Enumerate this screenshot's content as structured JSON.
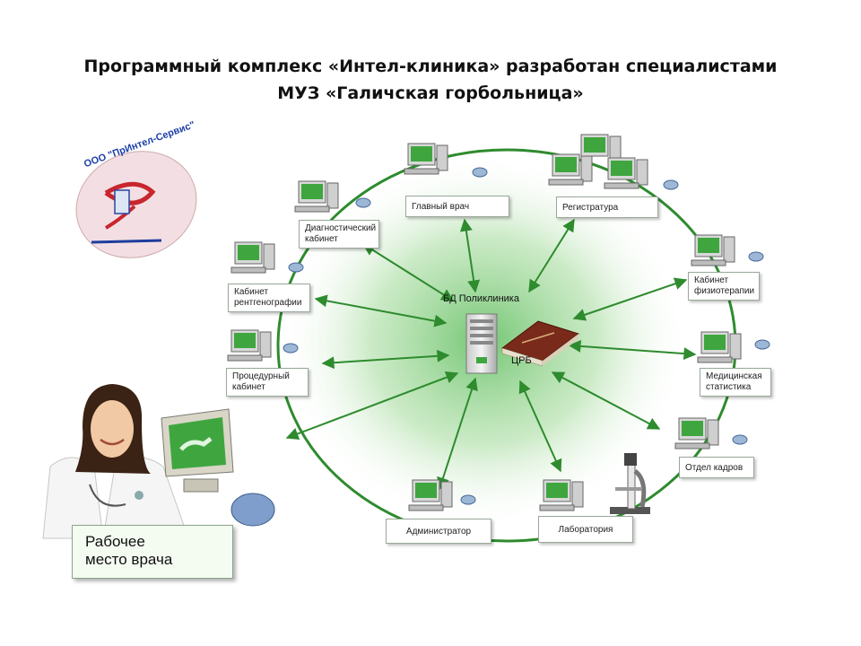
{
  "title": {
    "line1": "Программный комплекс «Интел-клиника» разработан специалистами",
    "line2": "МУЗ «Галичская горбольница»"
  },
  "center": {
    "db_label": "БД Поликлиника",
    "crb_label": "ЦРБ"
  },
  "logo": {
    "company": "ООО \"ПрИнтел-Сервис\""
  },
  "nodes": [
    {
      "id": "head-doctor",
      "label": "Главный врач"
    },
    {
      "id": "registry",
      "label": "Регистратура"
    },
    {
      "id": "diagnostic",
      "label": "Диагностический кабинет"
    },
    {
      "id": "physiotherapy",
      "label": "Кабинет физиотерапии"
    },
    {
      "id": "xray",
      "label": "Кабинет рентгенографии"
    },
    {
      "id": "statistics",
      "label": "Медицинская статистика"
    },
    {
      "id": "procedure",
      "label": "Процедурный кабинет"
    },
    {
      "id": "hr",
      "label": "Отдел кадров"
    },
    {
      "id": "admin",
      "label": "Администратор"
    },
    {
      "id": "lab",
      "label": "Лаборатория"
    }
  ],
  "workstation": {
    "label_line1": "Рабочее",
    "label_line2": "место врача"
  },
  "colors": {
    "ring": "#2e8b2e",
    "arrow": "#2e8b2e",
    "glow": "#6cc36c",
    "screen": "#3fa63f"
  }
}
